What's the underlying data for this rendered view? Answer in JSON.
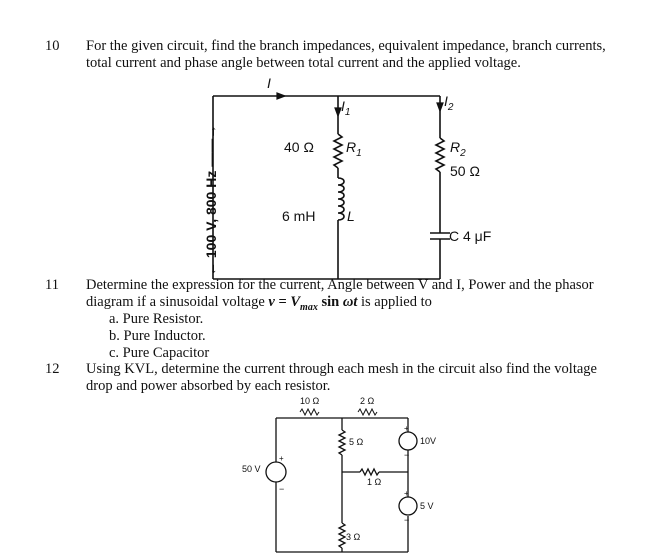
{
  "q10": {
    "number": "10",
    "line1": "For the given circuit, find the branch impedances, equivalent impedance, branch currents,",
    "line2": "total current and phase angle between total current and the applied voltage."
  },
  "circuit1": {
    "total_current": "I",
    "branch1_current": "I",
    "branch1_current_sub": "1",
    "branch2_current": "I",
    "branch2_current_sub": "2",
    "source": "100 V, 800 Hz",
    "r1_value": "40 Ω",
    "r1_label": "R",
    "r1_label_sub": "1",
    "l_value": "6 mH",
    "l_label": "L",
    "r2_label": "R",
    "r2_label_sub": "2",
    "r2_value": "50 Ω",
    "c_label": "C 4 μF"
  },
  "q11": {
    "number": "11",
    "line1": "Determine the expression for the current, Angle between V and I, Power and the phasor",
    "line2_prefix": "diagram if a sinusoidal voltage ",
    "formula_v": "v",
    "formula_eq": " = ",
    "formula_Vmax": "V",
    "formula_max": "max",
    "formula_sin": " sin ",
    "formula_wt": "ωt",
    "line2_suffix": " is applied to",
    "items": [
      "a.  Pure Resistor.",
      "b.  Pure Inductor.",
      "c.  Pure Capacitor"
    ]
  },
  "q12": {
    "number": "12",
    "line1": "Using KVL, determine the current through each mesh in the circuit also find the voltage",
    "line2": "drop and power absorbed by each resistor."
  },
  "circuit2": {
    "r10": "10 Ω",
    "r2": "2 Ω",
    "r5": "5 Ω",
    "v10": "10V",
    "v50": "50 V",
    "r1": "1 Ω",
    "r3": "3 Ω",
    "v5": "5 V",
    "plus": "+",
    "minus": "−"
  }
}
